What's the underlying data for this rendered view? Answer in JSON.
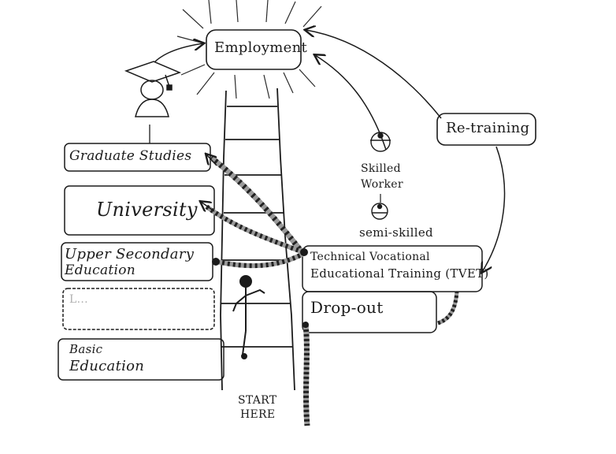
{
  "labels": {
    "employment": "Employment",
    "retraining": "Re-training",
    "graduate": "Graduate Studies",
    "university": "University",
    "upper_line1": "Upper Secondary",
    "upper_line2": "Education",
    "lower": "L...",
    "basic_line1": "Basic",
    "basic_line2": "Education",
    "tvet_line1": "Technical Vocational",
    "tvet_line2": "Educational Training (TVET)",
    "dropout": "Drop-out",
    "skilled_line1": "Skilled",
    "skilled_line2": "Worker",
    "semiskilled": "semi-skilled",
    "start_line1": "START",
    "start_line2": "HERE"
  },
  "icons": {
    "graduate": "graduate-figure-icon",
    "skilled": "skilled-worker-figure-icon",
    "semiskilled": "semi-skilled-figure-icon",
    "climber": "climber-figure-icon"
  },
  "colors": {
    "ink": "#1b1b1b",
    "rope": "#8a8a8a",
    "paper": "#ffffff"
  }
}
